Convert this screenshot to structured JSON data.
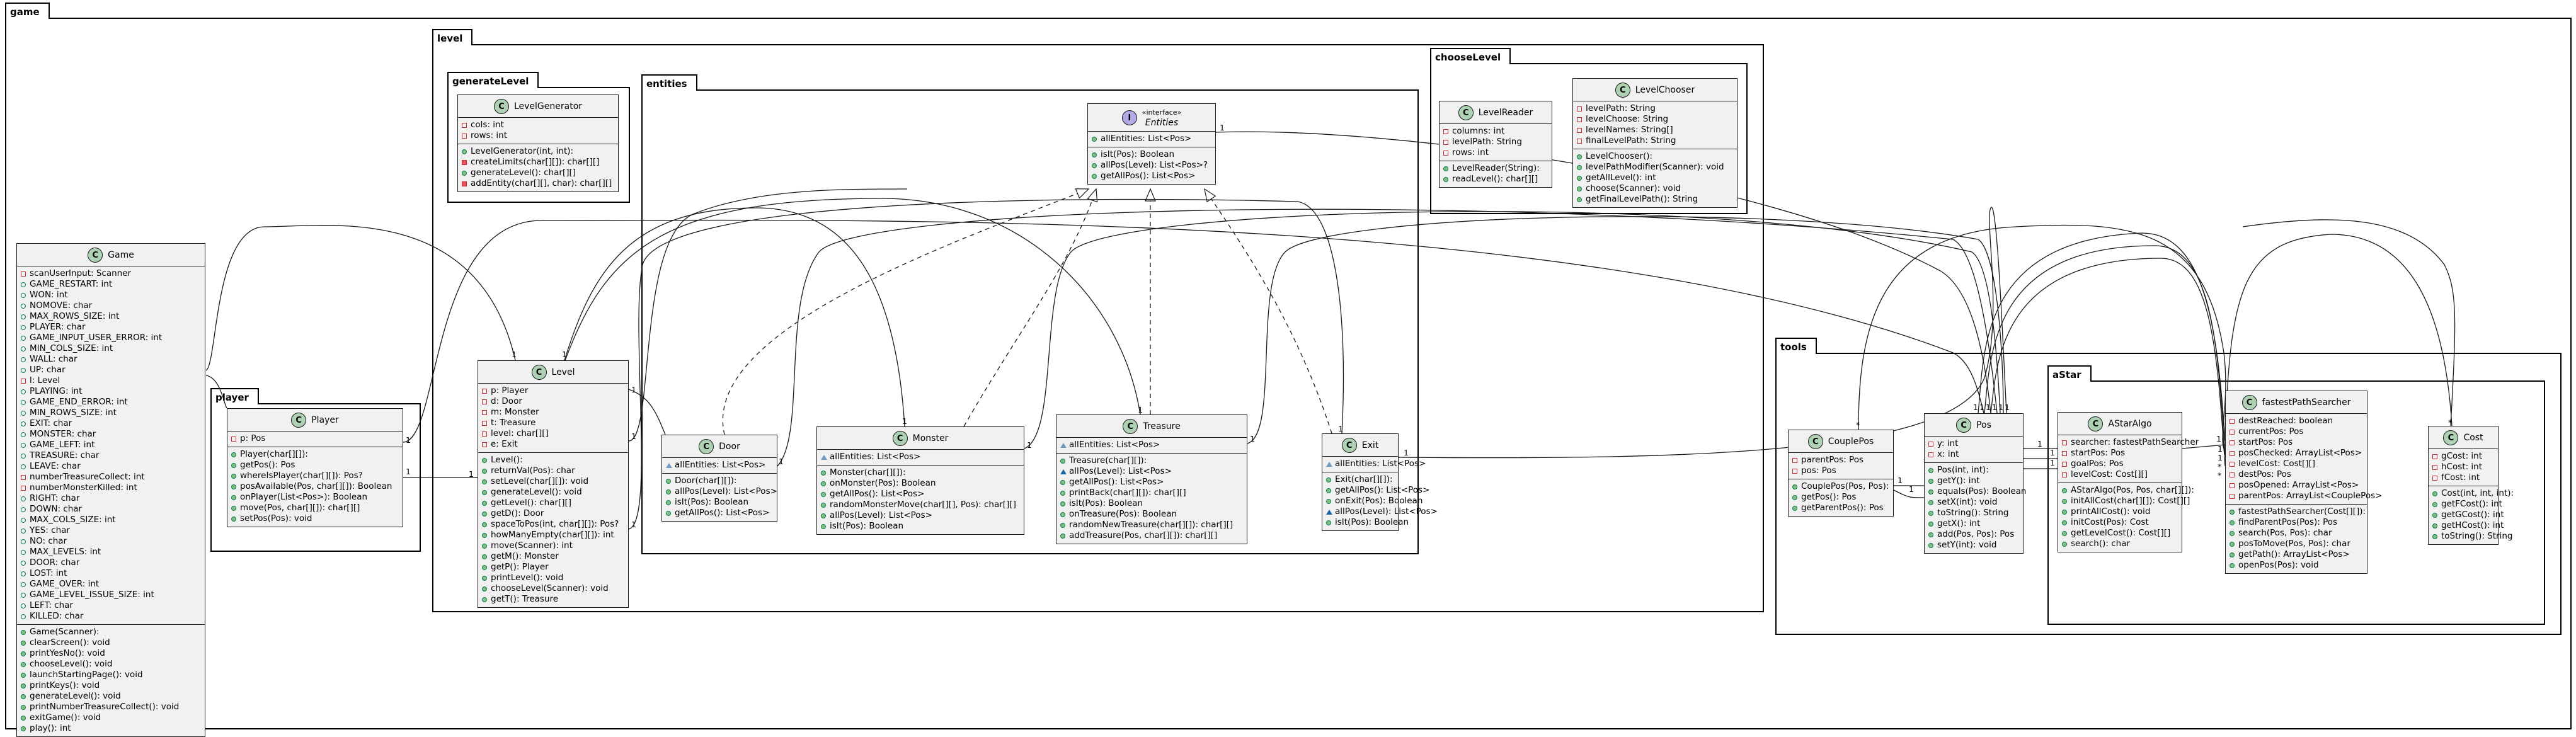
{
  "packages": {
    "game": "game",
    "level": "level",
    "generateLevel": "generateLevel",
    "entities": "entities",
    "chooseLevel": "chooseLevel",
    "player": "player",
    "tools": "tools",
    "aStar": "aStar"
  },
  "classes": {
    "game": {
      "name": "Game",
      "attributes": [
        {
          "vis": "priv",
          "text": "scanUserInput: Scanner"
        },
        {
          "vis": "pubo",
          "text": "GAME_RESTART: int"
        },
        {
          "vis": "pubo",
          "text": "WON: int"
        },
        {
          "vis": "pubo",
          "text": "NOMOVE: char"
        },
        {
          "vis": "pubo",
          "text": "MAX_ROWS_SIZE: int"
        },
        {
          "vis": "pubo",
          "text": "PLAYER: char"
        },
        {
          "vis": "pubo",
          "text": "GAME_INPUT_USER_ERROR: int"
        },
        {
          "vis": "pubo",
          "text": "MIN_COLS_SIZE: int"
        },
        {
          "vis": "pubo",
          "text": "WALL: char"
        },
        {
          "vis": "pubo",
          "text": "UP: char"
        },
        {
          "vis": "priv",
          "text": "l: Level"
        },
        {
          "vis": "pubo",
          "text": "PLAYING: int"
        },
        {
          "vis": "pubo",
          "text": "GAME_END_ERROR: int"
        },
        {
          "vis": "pubo",
          "text": "MIN_ROWS_SIZE: int"
        },
        {
          "vis": "pubo",
          "text": "EXIT: char"
        },
        {
          "vis": "pubo",
          "text": "MONSTER: char"
        },
        {
          "vis": "pubo",
          "text": "GAME_LEFT: int"
        },
        {
          "vis": "pubo",
          "text": "TREASURE: char"
        },
        {
          "vis": "pubo",
          "text": "LEAVE: char"
        },
        {
          "vis": "priv",
          "text": "numberTreasureCollect: int"
        },
        {
          "vis": "priv",
          "text": "numberMonsterKilled: int"
        },
        {
          "vis": "pubo",
          "text": "RIGHT: char"
        },
        {
          "vis": "pubo",
          "text": "DOWN: char"
        },
        {
          "vis": "pubo",
          "text": "MAX_COLS_SIZE: int"
        },
        {
          "vis": "pubo",
          "text": "YES: char"
        },
        {
          "vis": "pubo",
          "text": "NO: char"
        },
        {
          "vis": "pubo",
          "text": "MAX_LEVELS: int"
        },
        {
          "vis": "pubo",
          "text": "DOOR: char"
        },
        {
          "vis": "pubo",
          "text": "LOST: int"
        },
        {
          "vis": "pubo",
          "text": "GAME_OVER: int"
        },
        {
          "vis": "pubo",
          "text": "GAME_LEVEL_ISSUE_SIZE: int"
        },
        {
          "vis": "pubo",
          "text": "LEFT: char"
        },
        {
          "vis": "pubo",
          "text": "KILLED: char"
        }
      ],
      "methods": [
        {
          "vis": "pub",
          "text": "Game(Scanner):"
        },
        {
          "vis": "pub",
          "text": "clearScreen(): void"
        },
        {
          "vis": "pub",
          "text": "printYesNo(): void"
        },
        {
          "vis": "pub",
          "text": "chooseLevel(): void"
        },
        {
          "vis": "pub",
          "text": "launchStartingPage(): void"
        },
        {
          "vis": "pub",
          "text": "printKeys(): void"
        },
        {
          "vis": "pub",
          "text": "generateLevel(): void"
        },
        {
          "vis": "pub",
          "text": "printNumberTreasureCollect(): void"
        },
        {
          "vis": "pub",
          "text": "exitGame(): void"
        },
        {
          "vis": "pub",
          "text": "play(): int"
        }
      ]
    },
    "player": {
      "name": "Player",
      "attributes": [
        {
          "vis": "priv",
          "text": "p: Pos"
        }
      ],
      "methods": [
        {
          "vis": "pub",
          "text": "Player(char[][]):"
        },
        {
          "vis": "pub",
          "text": "getPos(): Pos"
        },
        {
          "vis": "pub",
          "text": "whereIsPlayer(char[][]): Pos?"
        },
        {
          "vis": "pub",
          "text": "posAvailable(Pos, char[][]): Boolean"
        },
        {
          "vis": "pub",
          "text": "onPlayer(List<Pos>): Boolean"
        },
        {
          "vis": "pub",
          "text": "move(Pos, char[][]): char[][]"
        },
        {
          "vis": "pub",
          "text": "setPos(Pos): void"
        }
      ]
    },
    "levelGenerator": {
      "name": "LevelGenerator",
      "attributes": [
        {
          "vis": "priv",
          "text": "cols: int"
        },
        {
          "vis": "priv",
          "text": "rows: int"
        }
      ],
      "methods": [
        {
          "vis": "pub",
          "text": "LevelGenerator(int, int):"
        },
        {
          "vis": "privf",
          "text": "createLimits(char[][]): char[][]"
        },
        {
          "vis": "pub",
          "text": "generateLevel(): char[][]"
        },
        {
          "vis": "privf",
          "text": "addEntity(char[][], char): char[][]"
        }
      ]
    },
    "level": {
      "name": "Level",
      "attributes": [
        {
          "vis": "priv",
          "text": "p: Player"
        },
        {
          "vis": "priv",
          "text": "d: Door"
        },
        {
          "vis": "priv",
          "text": "m: Monster"
        },
        {
          "vis": "priv",
          "text": "t: Treasure"
        },
        {
          "vis": "priv",
          "text": "level: char[][]"
        },
        {
          "vis": "priv",
          "text": "e: Exit"
        }
      ],
      "methods": [
        {
          "vis": "pub",
          "text": "Level():"
        },
        {
          "vis": "pub",
          "text": "returnVal(Pos): char"
        },
        {
          "vis": "pub",
          "text": "setLevel(char[][]): void"
        },
        {
          "vis": "pub",
          "text": "generateLevel(): void"
        },
        {
          "vis": "pub",
          "text": "getLevel(): char[][]"
        },
        {
          "vis": "pub",
          "text": "getD(): Door"
        },
        {
          "vis": "pub",
          "text": "spaceToPos(int, char[][]): Pos?"
        },
        {
          "vis": "pub",
          "text": "howManyEmpty(char[][]): int"
        },
        {
          "vis": "pub",
          "text": "move(Scanner): int"
        },
        {
          "vis": "pub",
          "text": "getM(): Monster"
        },
        {
          "vis": "pub",
          "text": "getP(): Player"
        },
        {
          "vis": "pub",
          "text": "printLevel(): void"
        },
        {
          "vis": "pub",
          "text": "chooseLevel(Scanner): void"
        },
        {
          "vis": "pub",
          "text": "getT(): Treasure"
        }
      ]
    },
    "entities": {
      "stereotype": "«interface»",
      "name": "Entities",
      "attributes": [
        {
          "vis": "pub",
          "text": "allEntities: List<Pos>"
        }
      ],
      "methods": [
        {
          "vis": "pub",
          "text": "isIt(Pos): Boolean"
        },
        {
          "vis": "pub",
          "text": "allPos(Level): List<Pos>?"
        },
        {
          "vis": "pub",
          "text": "getAllPos(): List<Pos>"
        }
      ]
    },
    "door": {
      "name": "Door",
      "attributes": [
        {
          "vis": "pkgo",
          "text": "allEntities: List<Pos>"
        }
      ],
      "methods": [
        {
          "vis": "pub",
          "text": "Door(char[][]):"
        },
        {
          "vis": "pub",
          "text": "allPos(Level): List<Pos>"
        },
        {
          "vis": "pub",
          "text": "isIt(Pos): Boolean"
        },
        {
          "vis": "pub",
          "text": "getAllPos(): List<Pos>"
        }
      ]
    },
    "monster": {
      "name": "Monster",
      "attributes": [
        {
          "vis": "pkgo",
          "text": "allEntities: List<Pos>"
        }
      ],
      "methods": [
        {
          "vis": "pub",
          "text": "Monster(char[][]):"
        },
        {
          "vis": "pub",
          "text": "onMonster(Pos): Boolean"
        },
        {
          "vis": "pub",
          "text": "getAllPos(): List<Pos>"
        },
        {
          "vis": "pub",
          "text": "randomMonsterMove(char[][], Pos): char[][]"
        },
        {
          "vis": "pub",
          "text": "allPos(Level): List<Pos>"
        },
        {
          "vis": "pub",
          "text": "isIt(Pos): Boolean"
        }
      ]
    },
    "treasure": {
      "name": "Treasure",
      "attributes": [
        {
          "vis": "pkgo",
          "text": "allEntities: List<Pos>"
        }
      ],
      "methods": [
        {
          "vis": "pub",
          "text": "Treasure(char[][]):"
        },
        {
          "vis": "pkg",
          "text": "allPos(Level): List<Pos>"
        },
        {
          "vis": "pub",
          "text": "getAllPos(): List<Pos>"
        },
        {
          "vis": "pub",
          "text": "printBack(char[][]): char[][]"
        },
        {
          "vis": "pub",
          "text": "isIt(Pos): Boolean"
        },
        {
          "vis": "pub",
          "text": "onTreasure(Pos): Boolean"
        },
        {
          "vis": "pub",
          "text": "randomNewTreasure(char[][]): char[][]"
        },
        {
          "vis": "pub",
          "text": "addTreasure(Pos, char[][]): char[][]"
        }
      ]
    },
    "exit": {
      "name": "Exit",
      "attributes": [
        {
          "vis": "pkgo",
          "text": "allEntities: List<Pos>"
        }
      ],
      "methods": [
        {
          "vis": "pub",
          "text": "Exit(char[][]):"
        },
        {
          "vis": "pub",
          "text": "getAllPos(): List<Pos>"
        },
        {
          "vis": "pub",
          "text": "onExit(Pos): Boolean"
        },
        {
          "vis": "pkg",
          "text": "allPos(Level): List<Pos>"
        },
        {
          "vis": "pub",
          "text": "isIt(Pos): Boolean"
        }
      ]
    },
    "levelReader": {
      "name": "LevelReader",
      "attributes": [
        {
          "vis": "priv",
          "text": "columns: int"
        },
        {
          "vis": "priv",
          "text": "levelPath: String"
        },
        {
          "vis": "priv",
          "text": "rows: int"
        }
      ],
      "methods": [
        {
          "vis": "pub",
          "text": "LevelReader(String):"
        },
        {
          "vis": "pub",
          "text": "readLevel(): char[][]"
        }
      ]
    },
    "levelChooser": {
      "name": "LevelChooser",
      "attributes": [
        {
          "vis": "priv",
          "text": "levelPath: String"
        },
        {
          "vis": "priv",
          "text": "levelChoose: String"
        },
        {
          "vis": "priv",
          "text": "levelNames: String[]"
        },
        {
          "vis": "priv",
          "text": "finalLevelPath: String"
        }
      ],
      "methods": [
        {
          "vis": "pub",
          "text": "LevelChooser():"
        },
        {
          "vis": "pub",
          "text": "levelPathModifier(Scanner): void"
        },
        {
          "vis": "pub",
          "text": "getAllLevel(): int"
        },
        {
          "vis": "pub",
          "text": "choose(Scanner): void"
        },
        {
          "vis": "pub",
          "text": "getFinalLevelPath(): String"
        }
      ]
    },
    "couplePos": {
      "name": "CouplePos",
      "attributes": [
        {
          "vis": "priv",
          "text": "parentPos: Pos"
        },
        {
          "vis": "priv",
          "text": "pos: Pos"
        }
      ],
      "methods": [
        {
          "vis": "pub",
          "text": "CouplePos(Pos, Pos):"
        },
        {
          "vis": "pub",
          "text": "getPos(): Pos"
        },
        {
          "vis": "pub",
          "text": "getParentPos(): Pos"
        }
      ]
    },
    "pos": {
      "name": "Pos",
      "attributes": [
        {
          "vis": "priv",
          "text": "y: int"
        },
        {
          "vis": "priv",
          "text": "x: int"
        }
      ],
      "methods": [
        {
          "vis": "pub",
          "text": "Pos(int, int):"
        },
        {
          "vis": "pub",
          "text": "getY(): int"
        },
        {
          "vis": "pub",
          "text": "equals(Pos): Boolean"
        },
        {
          "vis": "pub",
          "text": "setX(int): void"
        },
        {
          "vis": "pub",
          "text": "toString(): String"
        },
        {
          "vis": "pub",
          "text": "getX(): int"
        },
        {
          "vis": "pub",
          "text": "add(Pos, Pos): Pos"
        },
        {
          "vis": "pub",
          "text": "setY(int): void"
        }
      ]
    },
    "aStarAlgo": {
      "name": "AStarAlgo",
      "attributes": [
        {
          "vis": "priv",
          "text": "searcher: fastestPathSearcher"
        },
        {
          "vis": "priv",
          "text": "startPos: Pos"
        },
        {
          "vis": "priv",
          "text": "goalPos: Pos"
        },
        {
          "vis": "priv",
          "text": "levelCost: Cost[][]"
        }
      ],
      "methods": [
        {
          "vis": "pub",
          "text": "AStarAlgo(Pos, Pos, char[][]):"
        },
        {
          "vis": "pub",
          "text": "initAllCost(char[][]): Cost[][]"
        },
        {
          "vis": "pub",
          "text": "printAllCost(): void"
        },
        {
          "vis": "pub",
          "text": "initCost(Pos): Cost"
        },
        {
          "vis": "pub",
          "text": "getLevelCost(): Cost[][]"
        },
        {
          "vis": "pub",
          "text": "search(): char"
        }
      ]
    },
    "fastest": {
      "name": "fastestPathSearcher",
      "attributes": [
        {
          "vis": "priv",
          "text": "destReached: boolean"
        },
        {
          "vis": "priv",
          "text": "currentPos: Pos"
        },
        {
          "vis": "priv",
          "text": "startPos: Pos"
        },
        {
          "vis": "priv",
          "text": "posChecked: ArrayList<Pos>"
        },
        {
          "vis": "priv",
          "text": "levelCost: Cost[][]"
        },
        {
          "vis": "priv",
          "text": "destPos: Pos"
        },
        {
          "vis": "priv",
          "text": "posOpened: ArrayList<Pos>"
        },
        {
          "vis": "priv",
          "text": "parentPos: ArrayList<CouplePos>"
        }
      ],
      "methods": [
        {
          "vis": "pub",
          "text": "fastestPathSearcher(Cost[][]):"
        },
        {
          "vis": "pub",
          "text": "findParentPos(Pos): Pos"
        },
        {
          "vis": "pub",
          "text": "search(Pos, Pos): char"
        },
        {
          "vis": "pub",
          "text": "posToMove(Pos, Pos): char"
        },
        {
          "vis": "pub",
          "text": "getPath(): ArrayList<Pos>"
        },
        {
          "vis": "pub",
          "text": "openPos(Pos): void"
        }
      ]
    },
    "cost": {
      "name": "Cost",
      "attributes": [
        {
          "vis": "priv",
          "text": "gCost: int"
        },
        {
          "vis": "priv",
          "text": "hCost: int"
        },
        {
          "vis": "priv",
          "text": "fCost: int"
        }
      ],
      "methods": [
        {
          "vis": "pub",
          "text": "Cost(int, int, int):"
        },
        {
          "vis": "pub",
          "text": "getFCost(): int"
        },
        {
          "vis": "pub",
          "text": "getGCost(): int"
        },
        {
          "vis": "pub",
          "text": "getHCost(): int"
        },
        {
          "vis": "pub",
          "text": "toString(): String"
        }
      ]
    }
  },
  "multiplicities": {
    "one": "1",
    "many": "*"
  }
}
